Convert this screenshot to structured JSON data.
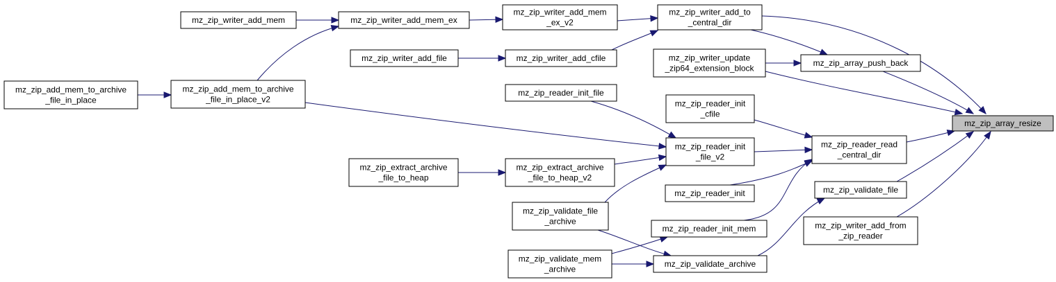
{
  "graph": {
    "root": "mz_zip_array_resize",
    "colors": {
      "edge": "#191970",
      "root_fill": "#bfbfbf",
      "node_fill": "#ffffff",
      "border": "#000000"
    },
    "nodes": [
      {
        "id": "n0",
        "lines": [
          "mz_zip_array_resize"
        ],
        "root": true
      },
      {
        "id": "n1",
        "lines": [
          "mz_zip_writer_add_to",
          "_central_dir"
        ]
      },
      {
        "id": "n2",
        "lines": [
          "mz_zip_array_push_back"
        ]
      },
      {
        "id": "n3",
        "lines": [
          "mz_zip_writer_update",
          "_zip64_extension_block"
        ]
      },
      {
        "id": "n4",
        "lines": [
          "mz_zip_reader_read",
          "_central_dir"
        ]
      },
      {
        "id": "n5",
        "lines": [
          "mz_zip_validate_file"
        ]
      },
      {
        "id": "n6",
        "lines": [
          "mz_zip_writer_add_from",
          "_zip_reader"
        ]
      },
      {
        "id": "n7",
        "lines": [
          "mz_zip_writer_add_mem",
          "_ex_v2"
        ]
      },
      {
        "id": "n8",
        "lines": [
          "mz_zip_writer_add_cfile"
        ]
      },
      {
        "id": "n9",
        "lines": [
          "mz_zip_writer_add_mem_ex"
        ]
      },
      {
        "id": "n10",
        "lines": [
          "mz_zip_writer_add_mem"
        ]
      },
      {
        "id": "n11",
        "lines": [
          "mz_zip_add_mem_to_archive",
          "_file_in_place_v2"
        ]
      },
      {
        "id": "n12",
        "lines": [
          "mz_zip_add_mem_to_archive",
          "_file_in_place"
        ]
      },
      {
        "id": "n13",
        "lines": [
          "mz_zip_writer_add_file"
        ]
      },
      {
        "id": "n14",
        "lines": [
          "mz_zip_reader_init_file"
        ]
      },
      {
        "id": "n15",
        "lines": [
          "mz_zip_reader_init",
          "_cfile"
        ]
      },
      {
        "id": "n16",
        "lines": [
          "mz_zip_reader_init",
          "_file_v2"
        ]
      },
      {
        "id": "n17",
        "lines": [
          "mz_zip_reader_init"
        ]
      },
      {
        "id": "n18",
        "lines": [
          "mz_zip_reader_init_mem"
        ]
      },
      {
        "id": "n19",
        "lines": [
          "mz_zip_validate_archive"
        ]
      },
      {
        "id": "n20",
        "lines": [
          "mz_zip_extract_archive",
          "_file_to_heap_v2"
        ]
      },
      {
        "id": "n21",
        "lines": [
          "mz_zip_extract_archive",
          "_file_to_heap"
        ]
      },
      {
        "id": "n22",
        "lines": [
          "mz_zip_validate_file",
          "_archive"
        ]
      },
      {
        "id": "n23",
        "lines": [
          "mz_zip_validate_mem",
          "_archive"
        ]
      }
    ],
    "edges": [
      [
        "n0",
        "n1"
      ],
      [
        "n0",
        "n2"
      ],
      [
        "n0",
        "n3"
      ],
      [
        "n0",
        "n4"
      ],
      [
        "n0",
        "n5"
      ],
      [
        "n0",
        "n6"
      ],
      [
        "n1",
        "n7"
      ],
      [
        "n1",
        "n8"
      ],
      [
        "n2",
        "n1"
      ],
      [
        "n2",
        "n3"
      ],
      [
        "n7",
        "n9"
      ],
      [
        "n9",
        "n10"
      ],
      [
        "n9",
        "n11"
      ],
      [
        "n11",
        "n12"
      ],
      [
        "n8",
        "n13"
      ],
      [
        "n4",
        "n15"
      ],
      [
        "n4",
        "n16"
      ],
      [
        "n4",
        "n17"
      ],
      [
        "n4",
        "n18"
      ],
      [
        "n16",
        "n14"
      ],
      [
        "n16",
        "n11"
      ],
      [
        "n16",
        "n20"
      ],
      [
        "n16",
        "n22"
      ],
      [
        "n20",
        "n21"
      ],
      [
        "n5",
        "n19"
      ],
      [
        "n19",
        "n22"
      ],
      [
        "n19",
        "n23"
      ],
      [
        "n18",
        "n23"
      ]
    ]
  }
}
